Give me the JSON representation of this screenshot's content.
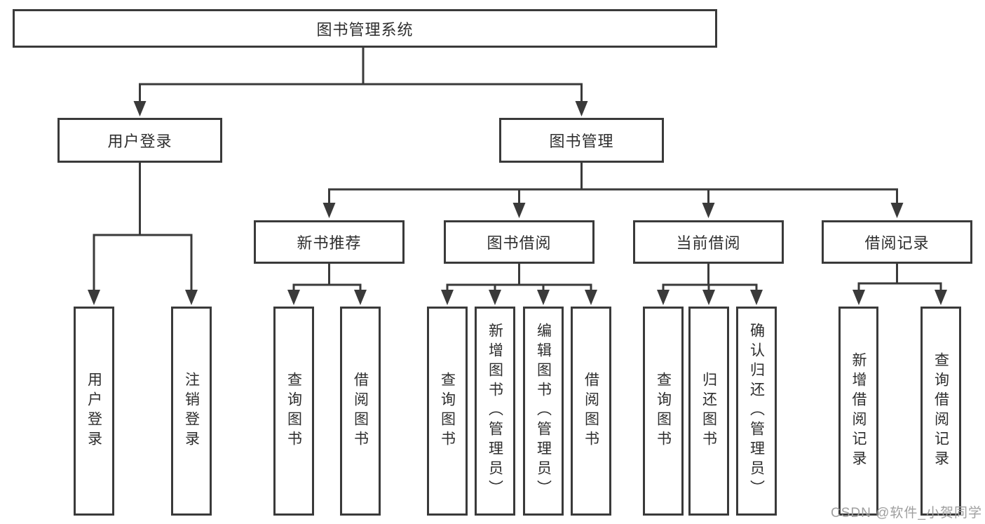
{
  "tree": {
    "label": "图书管理系统",
    "children": [
      {
        "label": "用户登录",
        "children": [
          {
            "label": "用户登录"
          },
          {
            "label": "注销登录"
          }
        ]
      },
      {
        "label": "图书管理",
        "children": [
          {
            "label": "新书推荐",
            "children": [
              {
                "label": "查询图书"
              },
              {
                "label": "借阅图书"
              }
            ]
          },
          {
            "label": "图书借阅",
            "children": [
              {
                "label": "查询图书"
              },
              {
                "label": "新增图书（管理员）"
              },
              {
                "label": "编辑图书（管理员）"
              },
              {
                "label": "借阅图书"
              }
            ]
          },
          {
            "label": "当前借阅",
            "children": [
              {
                "label": "查询图书"
              },
              {
                "label": "归还图书"
              },
              {
                "label": "确认归还（管理员）"
              }
            ]
          },
          {
            "label": "借阅记录",
            "children": [
              {
                "label": "新增借阅记录"
              },
              {
                "label": "查询借阅记录"
              }
            ]
          }
        ]
      }
    ]
  },
  "watermark": "CSDN @软件_小贺同学",
  "colors": {
    "line": "#3a3a3a",
    "box_background": "#ffffff",
    "text": "#2e2e2e",
    "watermark": "#9f9f9f"
  }
}
